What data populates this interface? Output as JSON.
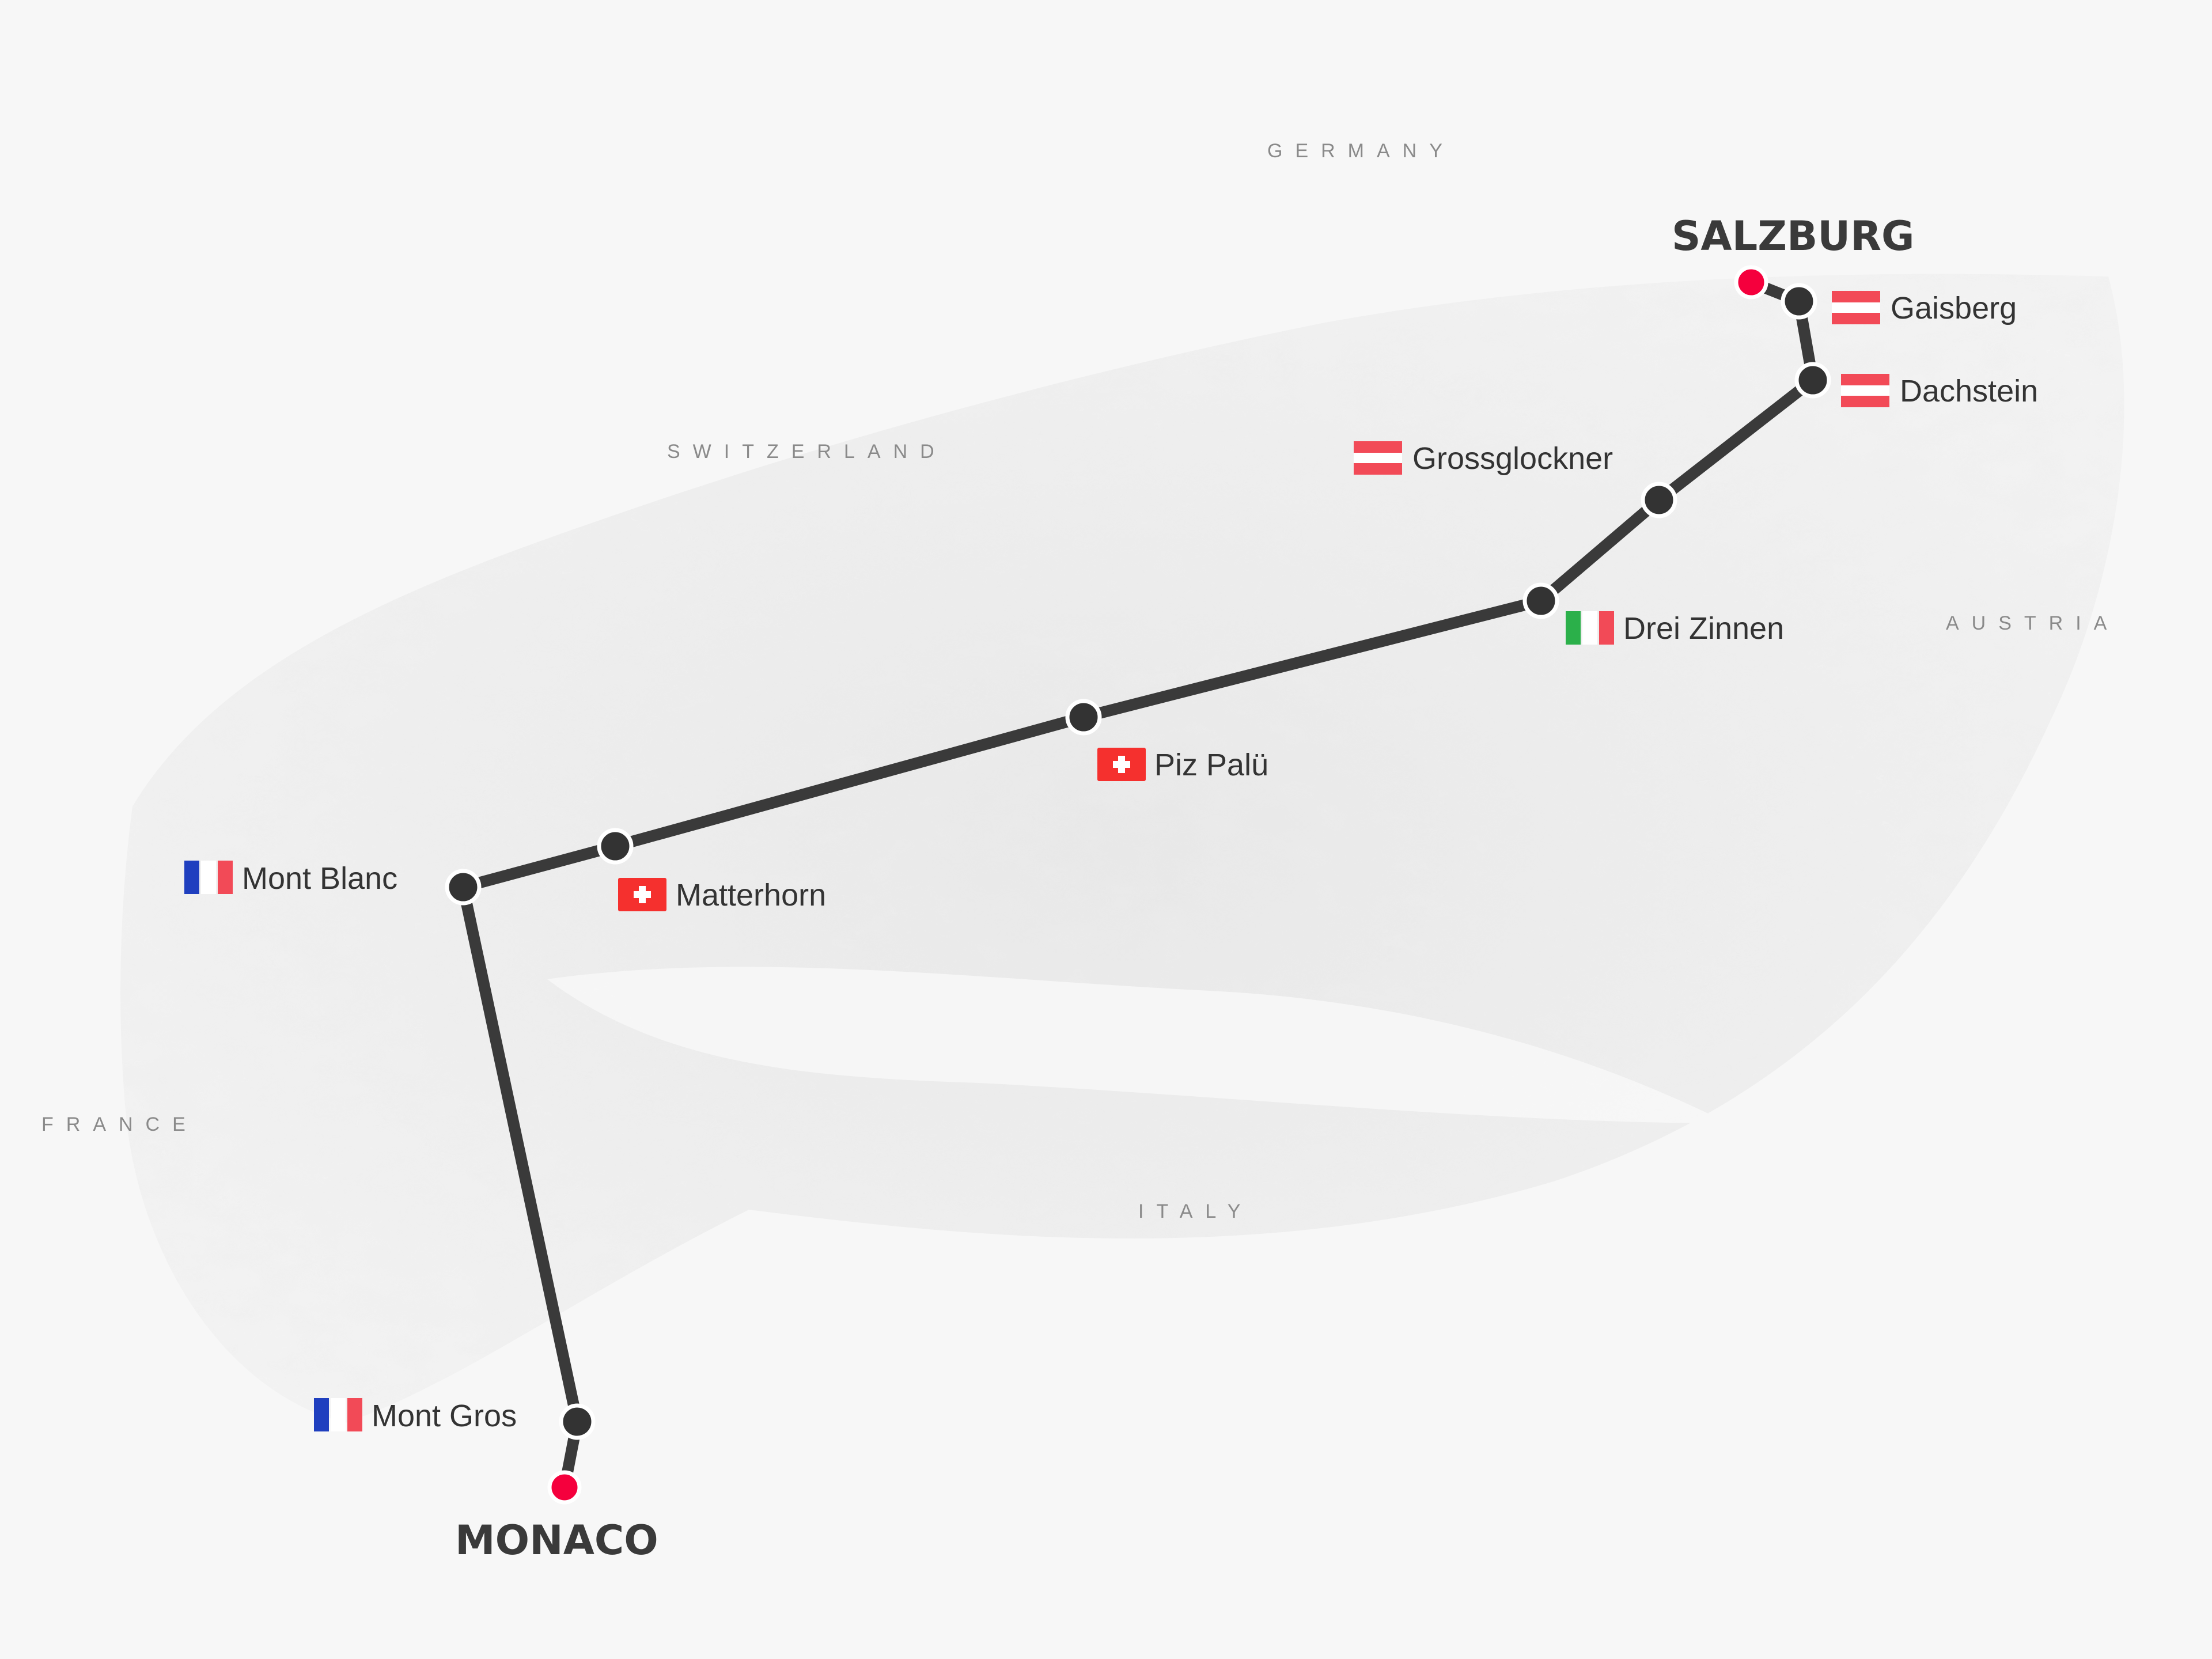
{
  "map": {
    "countries": [
      {
        "id": "germany",
        "label": "GERMANY"
      },
      {
        "id": "switzerland",
        "label": "SWITZERLAND"
      },
      {
        "id": "austria",
        "label": "AUSTRIA"
      },
      {
        "id": "france",
        "label": "FRANCE"
      },
      {
        "id": "italy",
        "label": "ITALY"
      }
    ],
    "route": {
      "start": {
        "id": "salzburg",
        "label": "SALZBURG"
      },
      "end": {
        "id": "monaco",
        "label": "MONACO"
      },
      "stops": [
        {
          "id": "gaisberg",
          "label": "Gaisberg",
          "flag": "austria"
        },
        {
          "id": "dachstein",
          "label": "Dachstein",
          "flag": "austria"
        },
        {
          "id": "grossglockner",
          "label": "Grossglockner",
          "flag": "austria"
        },
        {
          "id": "drei-zinnen",
          "label": "Drei Zinnen",
          "flag": "italy"
        },
        {
          "id": "piz-palu",
          "label": "Piz Palü",
          "flag": "switzerland"
        },
        {
          "id": "matterhorn",
          "label": "Matterhorn",
          "flag": "switzerland"
        },
        {
          "id": "mont-blanc",
          "label": "Mont Blanc",
          "flag": "france"
        },
        {
          "id": "mont-gros",
          "label": "Mont Gros",
          "flag": "france"
        }
      ]
    },
    "colors": {
      "background": "#f7f7f7",
      "terrain": "#e9e9e9",
      "route_line": "#3a3a3a",
      "waypoint": "#333333",
      "endpoint": "#f5003d",
      "flag_france_blue": "#1f3fbf",
      "flag_red": "#f24a57",
      "flag_italy_green": "#2bb04a",
      "flag_swiss_red": "#f5302e"
    }
  }
}
